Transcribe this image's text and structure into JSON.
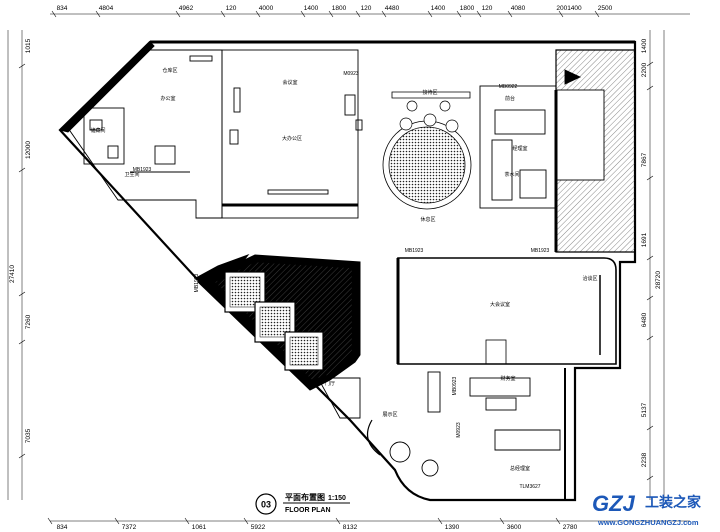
{
  "drawing": {
    "top_dims": [
      "834",
      "4804",
      "4962",
      "120",
      "4000",
      "1400",
      "1800",
      "120",
      "4480",
      "1400",
      "1800",
      "120",
      "4080",
      "2001400",
      "2500"
    ],
    "bottom_dims": [
      "834",
      "7372",
      "1061",
      "5922",
      "8132",
      "1390",
      "3600",
      "2780"
    ],
    "left_dims": [
      "1015",
      "12000",
      "27410",
      "7260",
      "7035"
    ],
    "right_dims": [
      "1400",
      "2200",
      "7867",
      "1691",
      "28720",
      "6480",
      "5137",
      "2238"
    ],
    "doors": [
      "MB0922",
      "MB1923",
      "MB1923",
      "MB1923",
      "MB0923",
      "MB1923",
      "M0923",
      "M0923",
      "TLM3627"
    ],
    "room_labels": [
      "仓库区",
      "会议室",
      "储藏间",
      "办公室",
      "大办公区",
      "接待区",
      "前台",
      "经理室",
      "茶水间",
      "大会议室",
      "休息区",
      "洽谈区",
      "财务室",
      "总经理室",
      "展示区",
      "门厅",
      "卫生间"
    ]
  },
  "title_block": {
    "number": "03",
    "title_cn": "平面布置图",
    "scale": "1:150",
    "title_en": "FLOOR PLAN"
  },
  "watermark": {
    "logo_mark": "GZJ",
    "logo_cn": "工装之家",
    "url": "www.GONGZHUANGZJ.com"
  }
}
